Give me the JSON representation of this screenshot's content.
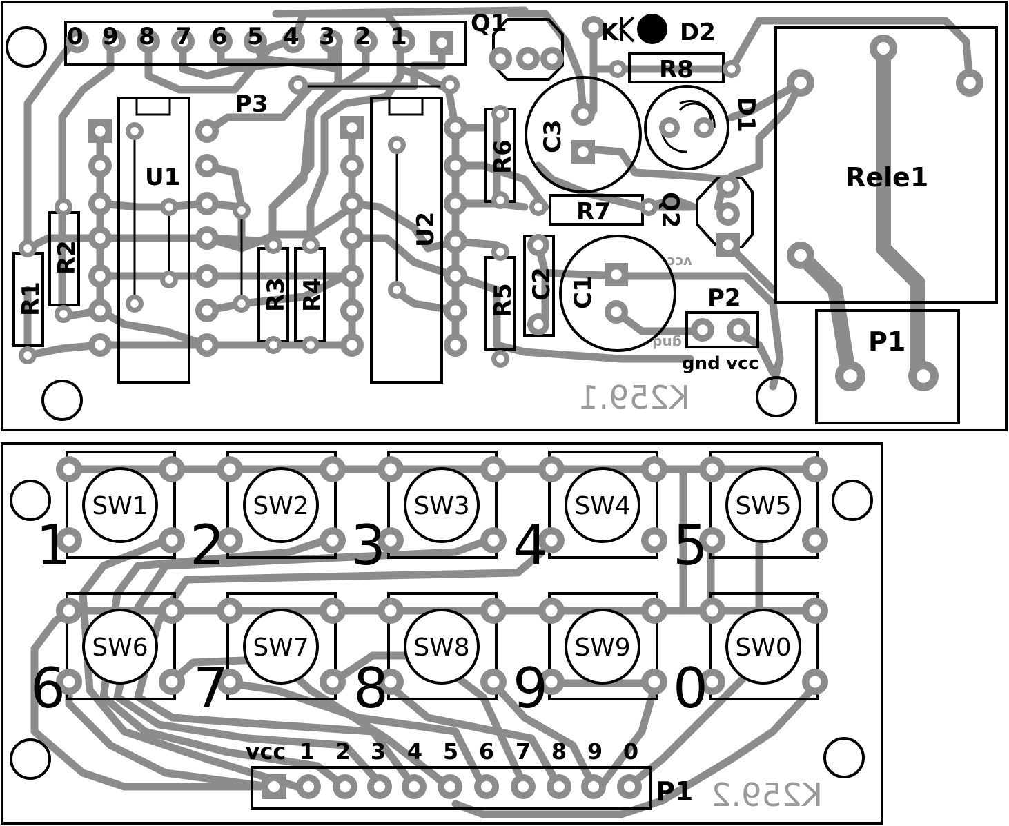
{
  "board_top": {
    "connector_digits": [
      "0",
      "9",
      "8",
      "7",
      "6",
      "5",
      "4",
      "3",
      "2",
      "1"
    ],
    "labels": {
      "q1": "Q1",
      "d2": "D2",
      "r8": "R8",
      "d1": "D1",
      "p3": "P3",
      "c3": "C3",
      "r6": "R6",
      "u1": "U1",
      "u2": "U2",
      "rele": "Rele1",
      "r7": "R7",
      "q2": "Q2",
      "r2": "R2",
      "r1": "R1",
      "r3": "R3",
      "r4": "R4",
      "r5": "R5",
      "c2": "C2",
      "c1": "C1",
      "p2": "P2",
      "p1": "P1",
      "gnd": "gnd",
      "vcc": "vcc",
      "vcc_mirror": "vcc",
      "gnd_mirror": "gnd",
      "k_mark": "K"
    },
    "board_id": "K259.1"
  },
  "board_bottom": {
    "switches": [
      "SW1",
      "SW2",
      "SW3",
      "SW4",
      "SW5",
      "SW6",
      "SW7",
      "SW8",
      "SW9",
      "SW0"
    ],
    "digits": [
      "1",
      "2",
      "3",
      "4",
      "5",
      "6",
      "7",
      "8",
      "9",
      "0"
    ],
    "connector_labels": [
      "vcc",
      "1",
      "2",
      "3",
      "4",
      "5",
      "6",
      "7",
      "8",
      "9",
      "0"
    ],
    "connector_name": "P1",
    "board_id": "K259.2"
  },
  "colors": {
    "trace": "#8c8c8c",
    "silk": "#000000",
    "board": "#ffffff"
  }
}
